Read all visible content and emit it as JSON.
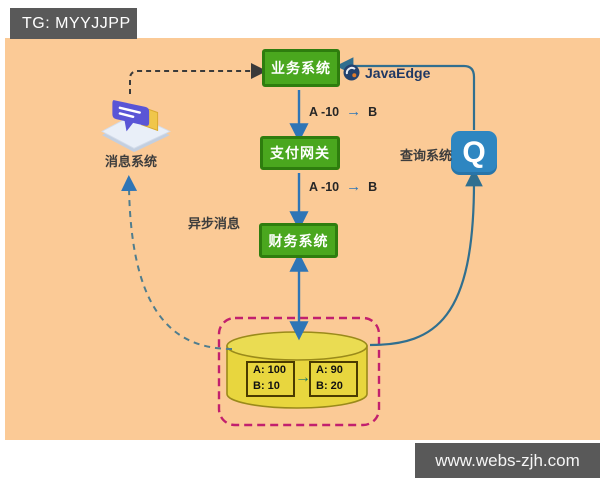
{
  "watermarks": {
    "top_left": "TG: MYYJJPP",
    "bottom_right": "www.webs-zjh.com"
  },
  "brand": {
    "label": "JavaEdge"
  },
  "nodes": {
    "business": {
      "label": "业务系统"
    },
    "payment": {
      "label": "支付网关"
    },
    "finance": {
      "label": "财务系统"
    },
    "message": {
      "label": "消息系统"
    },
    "query": {
      "label": "查询系统",
      "icon_letter": "Q"
    }
  },
  "edges": {
    "transfer1": {
      "left": "A -10",
      "arrow": "→",
      "right": "B"
    },
    "transfer2": {
      "left": "A -10",
      "arrow": "→",
      "right": "B"
    },
    "async_label": "异步消息",
    "db_change_arrow": "→"
  },
  "database": {
    "before": {
      "line1": "A: 100",
      "line2": "B: 10"
    },
    "after": {
      "line1": "A: 90",
      "line2": "B: 20"
    }
  },
  "colors": {
    "canvas": "#fbca96",
    "node_fill": "#4aa71e",
    "node_border": "#2e7d0e",
    "arrow_blue": "#2e75b6",
    "curve_teal": "#306f8f",
    "dashed_async": "#4f7d8e",
    "dashed_boundary": "#c2206e",
    "db_yellow": "#e8d63e",
    "q_blue": "#2e86c1",
    "banner_gray": "#595959"
  }
}
